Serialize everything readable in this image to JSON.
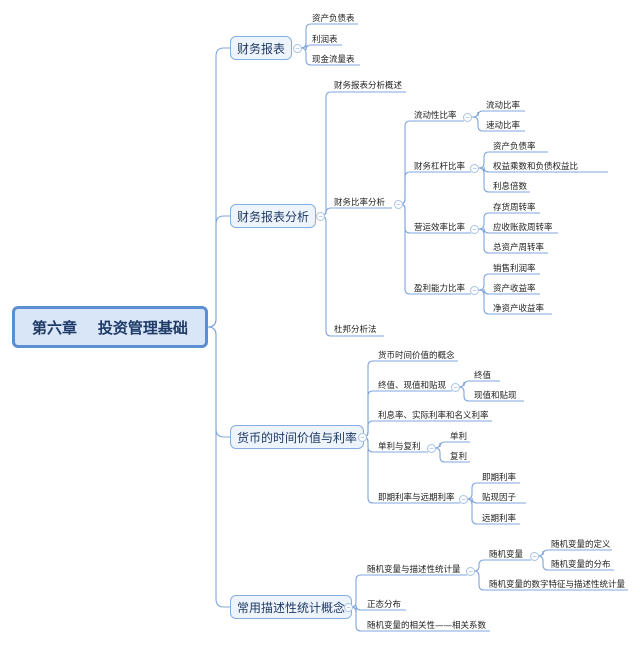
{
  "root": {
    "title": "第六章    投资管理基础"
  },
  "branches": [
    {
      "label": "财务报表",
      "children": [
        "资产负债表",
        "利润表",
        "现金流量表"
      ]
    },
    {
      "label": "财务报表分析",
      "children": [
        "财务报表分析概述",
        {
          "label": "财务比率分析",
          "children": [
            {
              "label": "流动性比率",
              "children": [
                "流动比率",
                "速动比率"
              ]
            },
            {
              "label": "财务杠杆比率",
              "children": [
                "资产负债率",
                "权益乘数和负债权益比",
                "利息倍数"
              ]
            },
            {
              "label": "营运效率比率",
              "children": [
                "存货周转率",
                "应收账款周转率",
                "总资产周转率"
              ]
            },
            {
              "label": "盈利能力比率",
              "children": [
                "销售利润率",
                "资产收益率",
                "净资产收益率"
              ]
            }
          ]
        },
        "杜邦分析法"
      ]
    },
    {
      "label": "货币的时间价值与利率",
      "children": [
        "货币时间价值的概念",
        {
          "label": "终值、现值和贴现",
          "children": [
            "终值",
            "现值和贴现"
          ]
        },
        "利息率、实际利率和名义利率",
        {
          "label": "单利与复利",
          "children": [
            "单利",
            "复利"
          ]
        },
        {
          "label": "即期利率与远期利率",
          "children": [
            "即期利率",
            "贴现因子",
            "远期利率"
          ]
        }
      ]
    },
    {
      "label": "常用描述性统计概念",
      "children": [
        {
          "label": "随机变量与描述性统计量",
          "children": [
            {
              "label": "随机变量",
              "children": [
                "随机变量的定义",
                "随机变量的分布"
              ]
            },
            "随机变量的数字特征与描述性统计量"
          ]
        },
        "正态分布",
        "随机变量的相关性——相关系数"
      ]
    }
  ],
  "colors": {
    "line": "#7fa6dc",
    "root_fill": "#d8e6f7",
    "root_border": "#5b8fd0",
    "branch_border": "#86aee0"
  },
  "icons": {
    "collapse": "collapse-circle-icon"
  }
}
